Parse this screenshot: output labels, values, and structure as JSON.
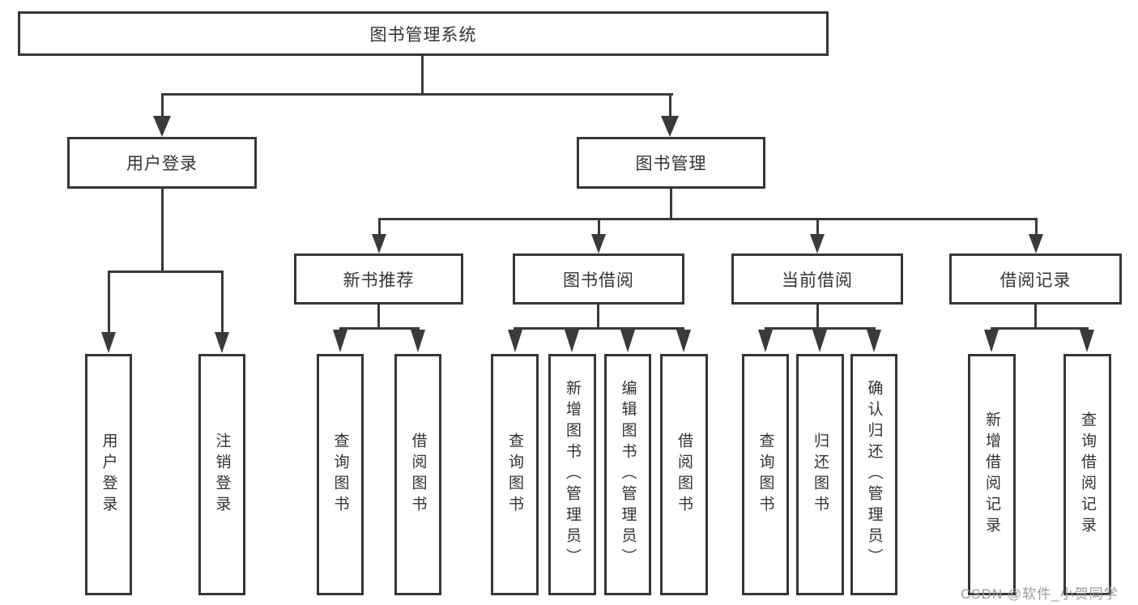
{
  "nodes": {
    "root": "图书管理系统",
    "user_login": "用户登录",
    "book_management": "图书管理",
    "new_book_recommend": "新书推荐",
    "book_borrow": "图书借阅",
    "current_borrow": "当前借阅",
    "borrow_record": "借阅记录",
    "leaf_user_login": "用户登录",
    "leaf_logout_login": "注销登录",
    "recommend_query_book": "查询图书",
    "recommend_borrow_book": "借阅图书",
    "borrow_query_book": "查询图书",
    "borrow_add_book_admin": "新增图书（管理员）",
    "borrow_edit_book_admin": "编辑图书（管理员）",
    "borrow_borrow_book": "借阅图书",
    "current_query_book": "查询图书",
    "current_return_book": "归还图书",
    "current_confirm_return_admin": "确认归还（管理员）",
    "record_add_borrow": "新增借阅记录",
    "record_query_borrow": "查询借阅记录"
  },
  "watermark": "CSDN @软件_小贺同学",
  "colors": {
    "line": "#3a3a3a",
    "box_border": "#363636",
    "text": "#333333",
    "watermark": "#9b9b9b",
    "background": "#ffffff"
  }
}
